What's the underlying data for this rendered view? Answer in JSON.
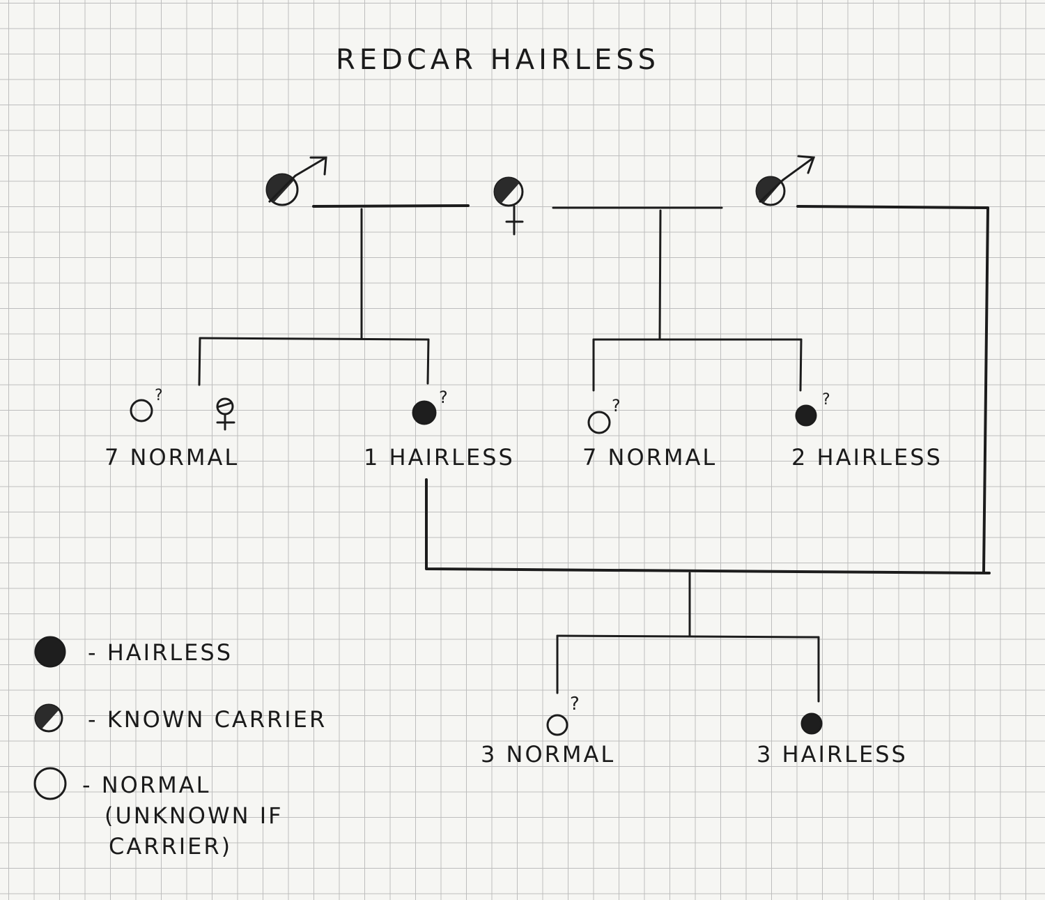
{
  "title": "REDCAR HAIRLESS",
  "generation_counts": {
    "litter_a_normal": "7 NORMAL",
    "litter_a_hairless": "1 HAIRLESS",
    "litter_b_normal": "7 NORMAL",
    "litter_b_hairless": "2 HAIRLESS",
    "litter_c_normal": "3 NORMAL",
    "litter_c_hairless": "3 HAIRLESS"
  },
  "unknown_mark": "?",
  "legend": {
    "hairless": "- HAIRLESS",
    "known_carrier": "- KNOWN CARRIER",
    "normal": "- NORMAL",
    "normal_note_line1": "(UNKNOWN IF",
    "normal_note_line2": "CARRIER)"
  },
  "colors": {
    "ink": "#1c1c1c",
    "grid": "#bdbdbd",
    "paper": "#f6f6f3"
  }
}
